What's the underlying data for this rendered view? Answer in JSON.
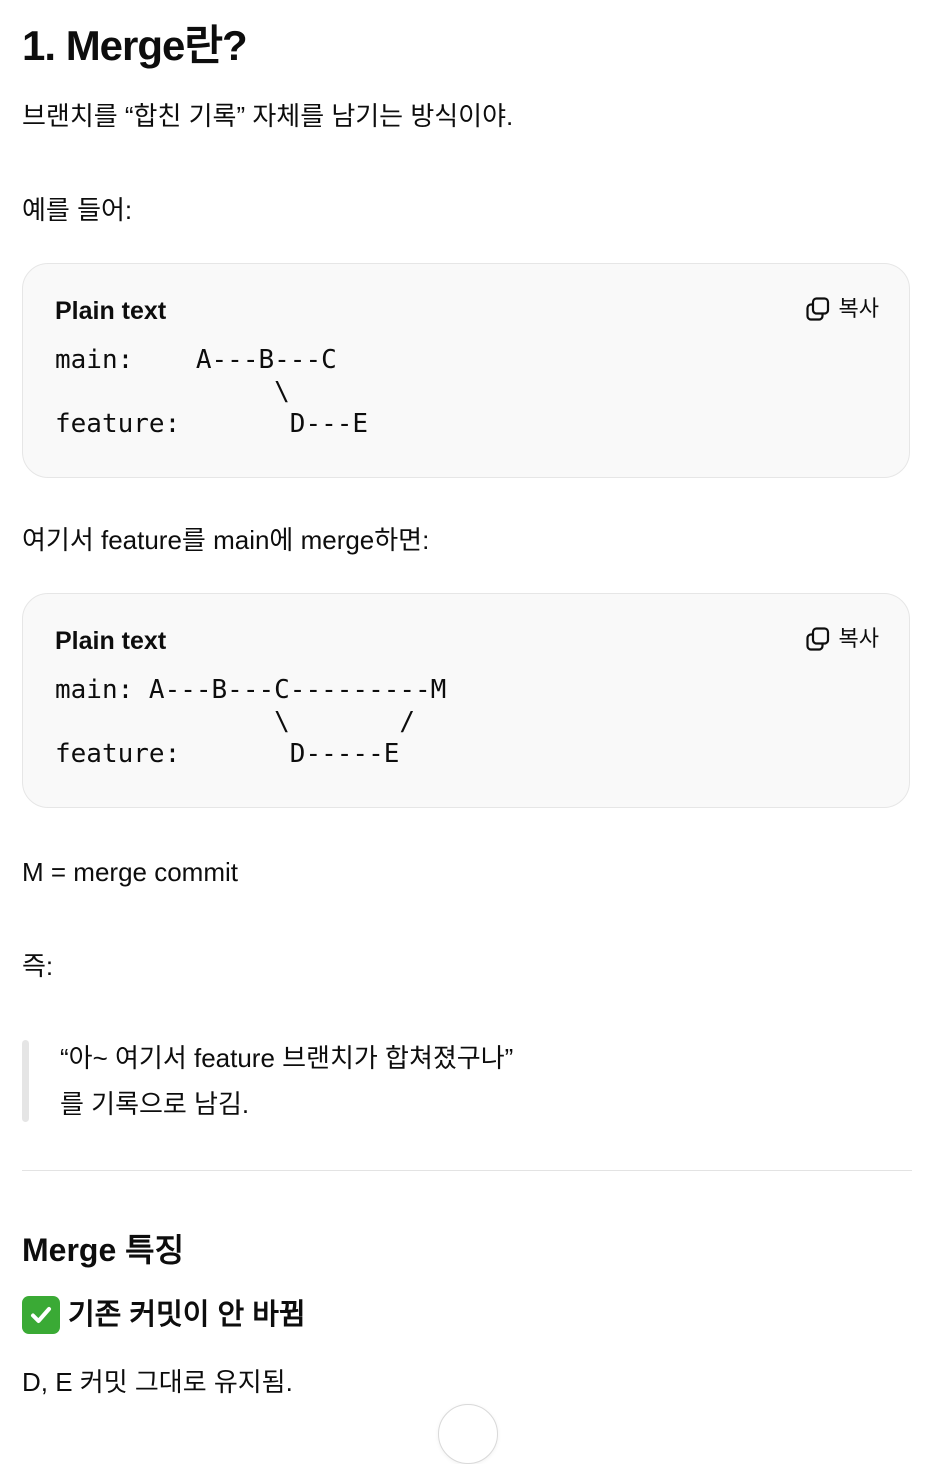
{
  "heading": {
    "title": "1. Merge란?"
  },
  "intro": "브랜치를 “합친 기록” 자체를 남기는 방식이야.",
  "example_label": "예를 들어:",
  "code_block_1": {
    "language": "Plain text",
    "copy_label": "복사",
    "lines": [
      "main:    A---B---C",
      "              \\",
      "feature:       D---E"
    ]
  },
  "after_merge_text": "여기서 feature를 main에 merge하면:",
  "code_block_2": {
    "language": "Plain text",
    "copy_label": "복사",
    "lines": [
      "main: A---B---C---------M",
      "              \\       /",
      "feature:       D-----E"
    ]
  },
  "merge_commit_text": "M = merge commit",
  "that_is_label": "즉:",
  "quote": {
    "line1": "“아~ 여기서 feature 브랜치가 합쳐졌구나”",
    "line2": "를 기록으로 남김."
  },
  "features_heading": "Merge 특징",
  "feature_1": {
    "icon": "check-mark-button-icon",
    "title": "기존 커밋이 안 바뀜"
  },
  "feature_1_desc": "D, E 커밋 그대로 유지됨.",
  "colors": {
    "text": "#0d0d0d",
    "code_bg": "#f9f9f9",
    "code_border": "#e6e6e6",
    "quote_bar": "#e5e5e5",
    "check_green": "#3aaa35"
  }
}
